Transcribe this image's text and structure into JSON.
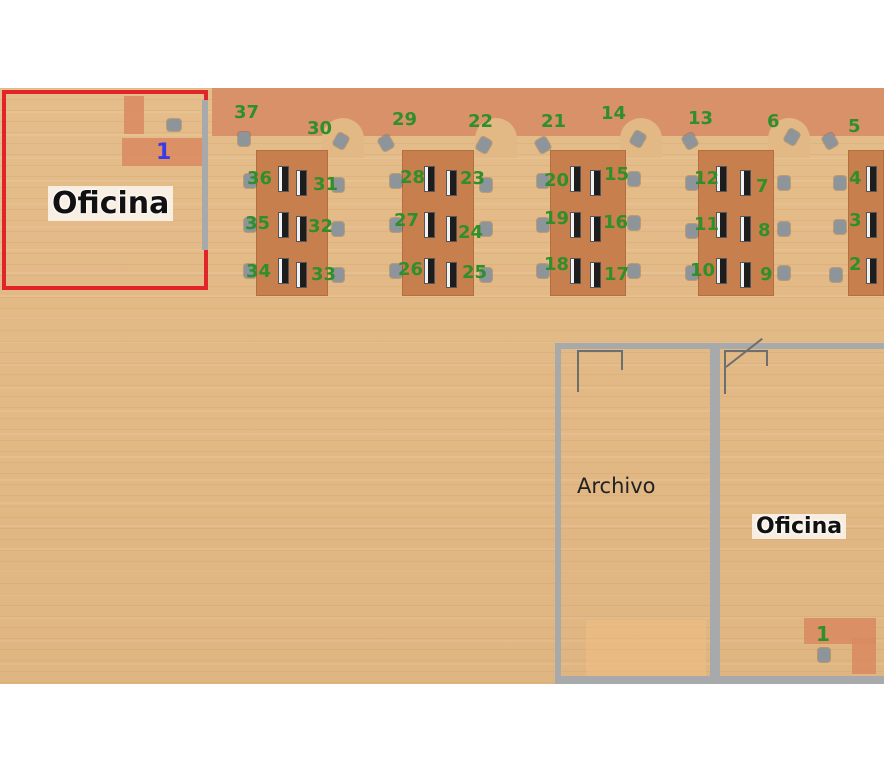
{
  "rooms": {
    "office_top_left": {
      "label": "Oficina",
      "seat_label": "1"
    },
    "archive": {
      "label": "Archivo"
    },
    "office_bottom_right": {
      "label": "Oficina",
      "seat_label": "1"
    }
  },
  "top_row_seats": [
    "37",
    "30",
    "29",
    "22",
    "21",
    "14",
    "13",
    "6",
    "5"
  ],
  "desk_seats": [
    [
      "36",
      "31",
      "35",
      "32",
      "34",
      "33"
    ],
    [
      "28",
      "23",
      "27",
      "24",
      "26",
      "25"
    ],
    [
      "20",
      "15",
      "19",
      "16",
      "18",
      "17"
    ],
    [
      "12",
      "7",
      "11",
      "8",
      "10",
      "9"
    ],
    [
      "4",
      "3",
      "2"
    ]
  ],
  "colors": {
    "floor": "#e2b985",
    "desk": "#c87f4e",
    "highlight_border": "#e1232a",
    "seat_number": "#2f8f2a",
    "office_seat_number": "#3b3be6",
    "wall": "#a7a9ab"
  }
}
